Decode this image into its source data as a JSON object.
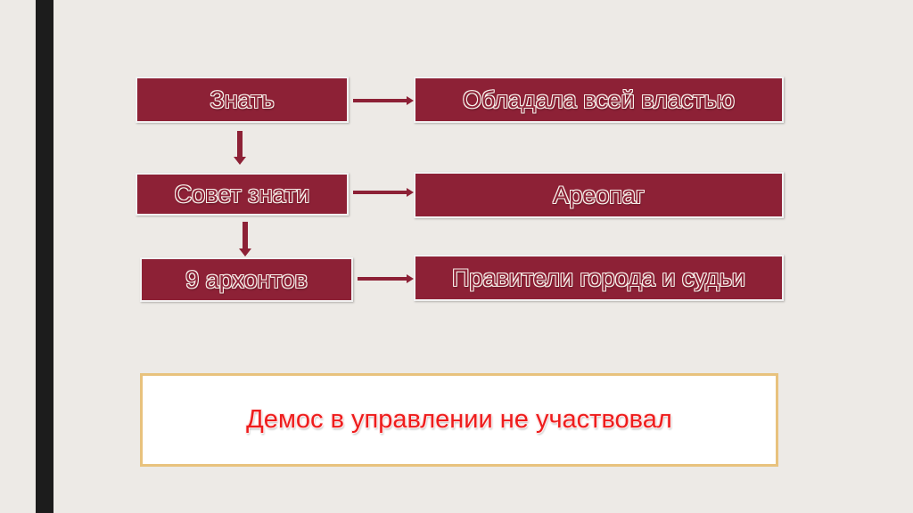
{
  "diagram": {
    "rows": [
      {
        "left": "Знать",
        "right": "Обладала всей властью"
      },
      {
        "left": "Совет знати",
        "right": "Ареопаг"
      },
      {
        "left": "9 архонтов",
        "right": "Правители города и судьи"
      }
    ],
    "note": "Демос в управлении не участвовал"
  },
  "colors": {
    "box_fill": "#8d2136",
    "arrow": "#8d2136",
    "note_text": "#ee1c1c",
    "note_border": "#e8c27d",
    "background": "#edeae6",
    "left_bar": "#1c1c1c"
  }
}
